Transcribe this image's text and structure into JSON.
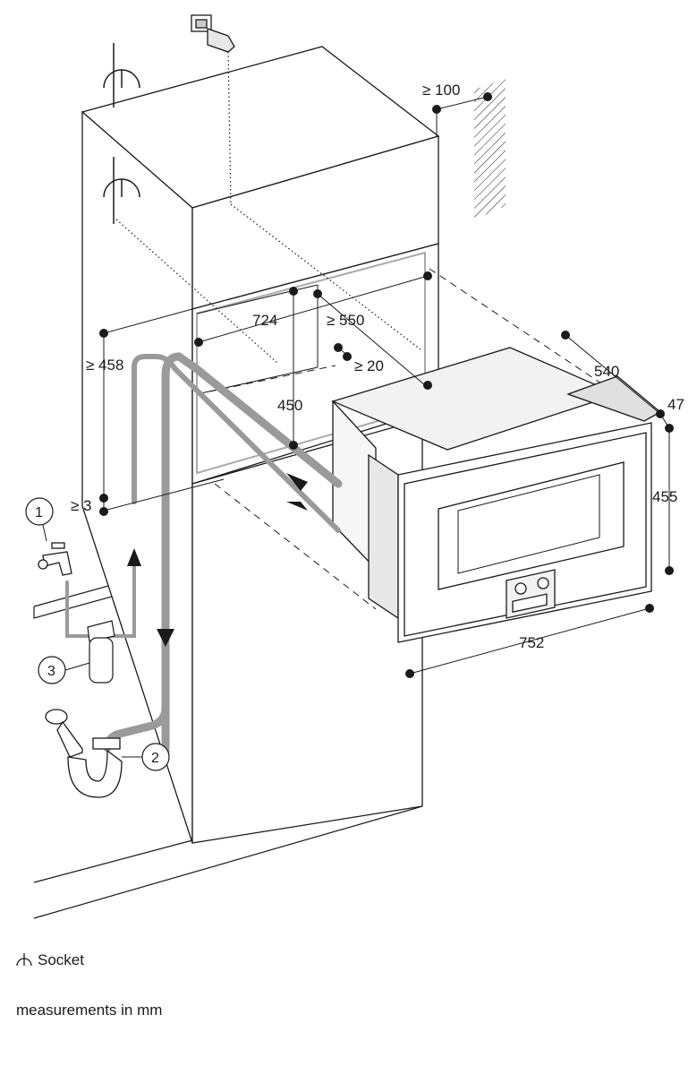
{
  "dimensions": {
    "d100": "≥ 100",
    "d724": "724",
    "d550": "≥ 550",
    "d20": "≥ 20",
    "d458": "≥ 458",
    "d450": "450",
    "d540": "540",
    "d47": "47",
    "d455": "455",
    "d3": "≥ 3",
    "d752": "752"
  },
  "callouts": {
    "c1": "1",
    "c2": "2",
    "c3": "3"
  },
  "legend": {
    "socket_label": "Socket",
    "units_note": "measurements in mm"
  },
  "icons": [
    "socket-icon",
    "tap-icon",
    "water-filter-icon",
    "drain-trap-icon",
    "oven-appliance"
  ],
  "colors": {
    "line": "#1a1a1a",
    "hose": "#9a9a9a",
    "hose_light": "#c8c8c8"
  }
}
